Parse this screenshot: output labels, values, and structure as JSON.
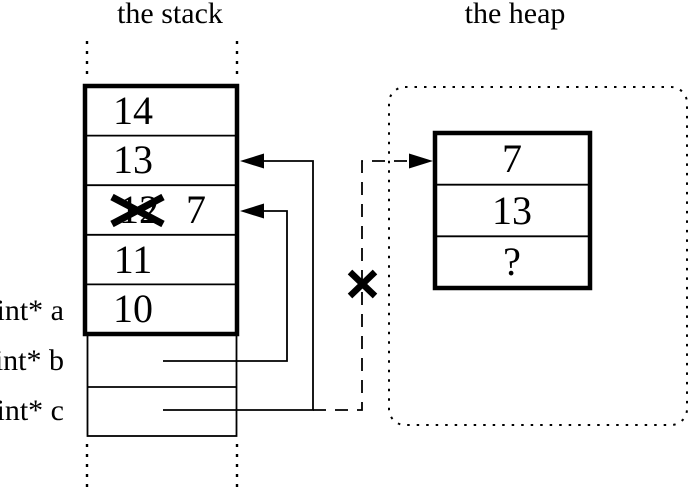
{
  "colors": {
    "ink": "#000000",
    "background": "#ffffff"
  },
  "stack": {
    "title": "the stack",
    "cells": [
      {
        "value": "14"
      },
      {
        "value": "13"
      },
      {
        "value": "12",
        "crossed_out": true,
        "new_value": "7"
      },
      {
        "value": "11"
      },
      {
        "value": "10"
      }
    ],
    "pointer_variables": [
      {
        "name": "int* a"
      },
      {
        "name": "int* b"
      },
      {
        "name": "int* c"
      }
    ]
  },
  "heap": {
    "title": "the heap",
    "cells": [
      {
        "value": "7"
      },
      {
        "value": "13"
      },
      {
        "value": "?"
      }
    ]
  }
}
